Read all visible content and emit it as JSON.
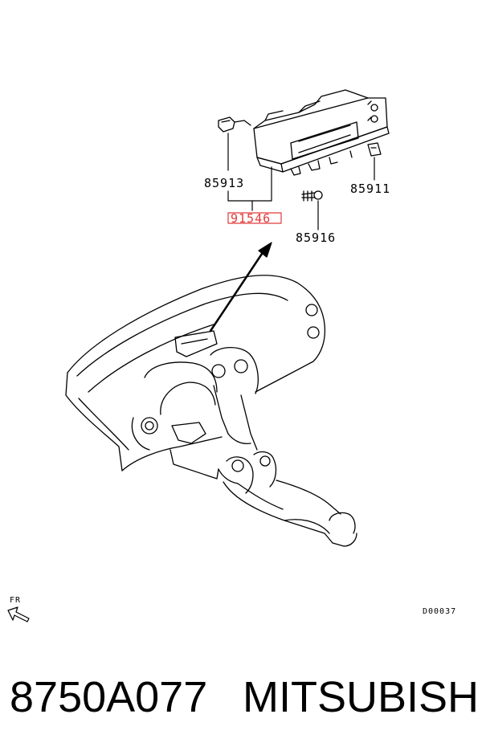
{
  "callouts": {
    "c85913": "85913",
    "c91546": "91546",
    "c85911": "85911",
    "c85916": "85916"
  },
  "direction_label": "FR",
  "diagram_code": "D00037",
  "caption": {
    "part_number": "8750A077",
    "brand": "MITSUBISHI"
  },
  "colors": {
    "line": "#000000",
    "highlight": "#e23a3a"
  }
}
